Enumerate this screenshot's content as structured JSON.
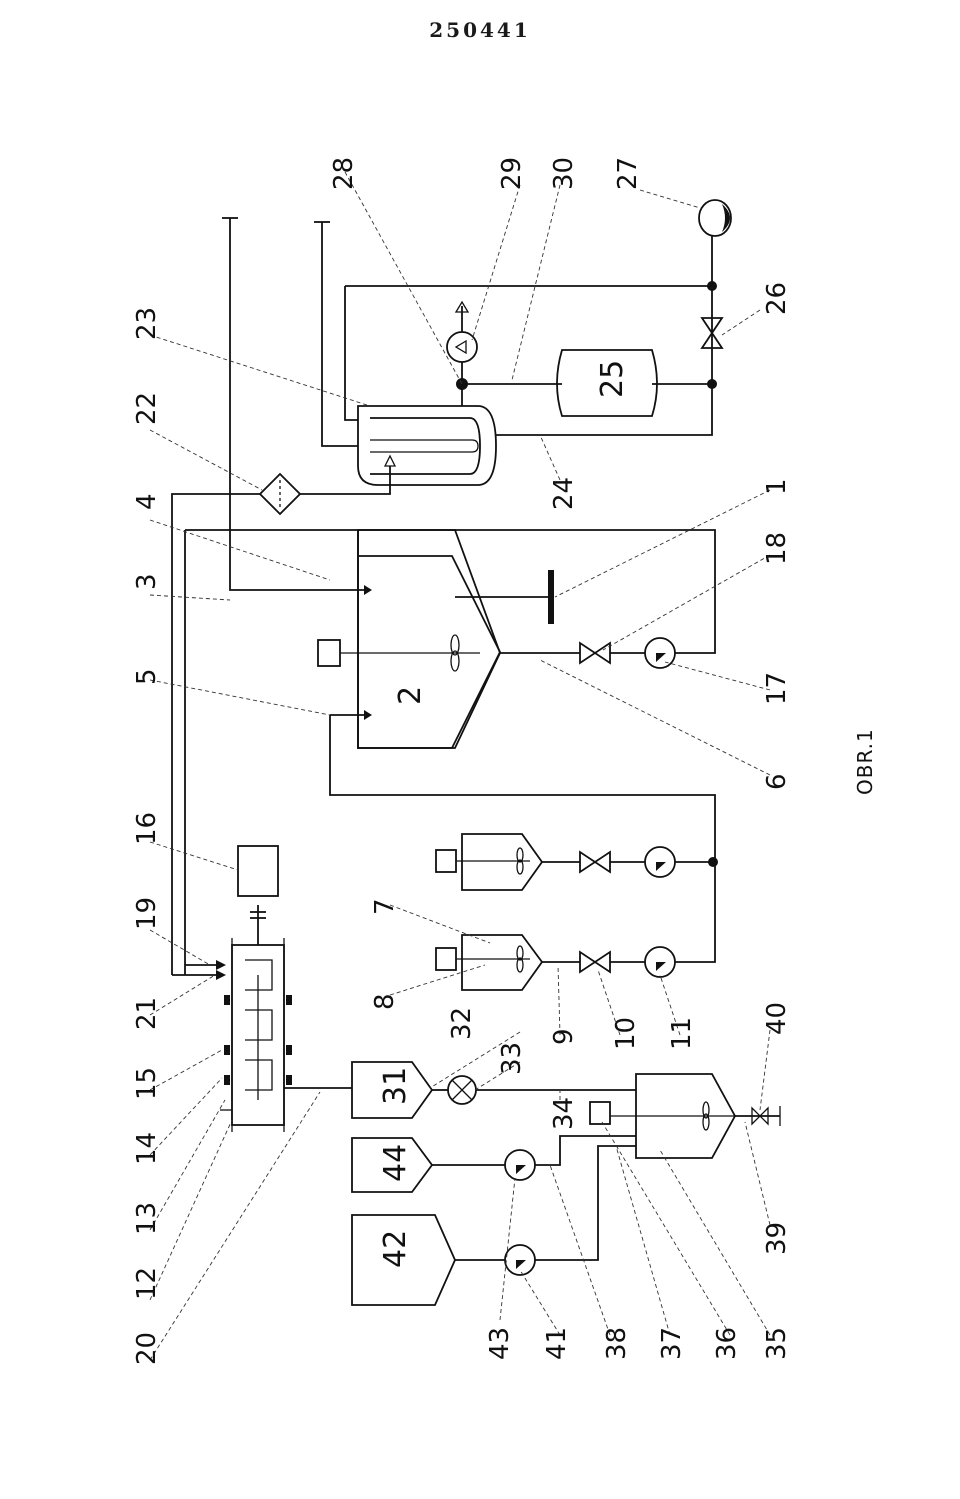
{
  "document_number": "250441",
  "figure_label": "OBR.1",
  "components": [
    {
      "id": "c1",
      "label": "1"
    },
    {
      "id": "c2",
      "label": "2"
    },
    {
      "id": "c3",
      "label": "3"
    },
    {
      "id": "c4",
      "label": "4"
    },
    {
      "id": "c5",
      "label": "5"
    },
    {
      "id": "c6",
      "label": "6"
    },
    {
      "id": "c7",
      "label": "7"
    },
    {
      "id": "c8",
      "label": "8"
    },
    {
      "id": "c9",
      "label": "9"
    },
    {
      "id": "c10",
      "label": "10"
    },
    {
      "id": "c11",
      "label": "11"
    },
    {
      "id": "c12",
      "label": "12"
    },
    {
      "id": "c13",
      "label": "13"
    },
    {
      "id": "c14",
      "label": "14"
    },
    {
      "id": "c15",
      "label": "15"
    },
    {
      "id": "c16",
      "label": "16"
    },
    {
      "id": "c17",
      "label": "17"
    },
    {
      "id": "c18",
      "label": "18"
    },
    {
      "id": "c19",
      "label": "19"
    },
    {
      "id": "c20",
      "label": "20"
    },
    {
      "id": "c21",
      "label": "21"
    },
    {
      "id": "c22",
      "label": "22"
    },
    {
      "id": "c23",
      "label": "23"
    },
    {
      "id": "c24",
      "label": "24"
    },
    {
      "id": "c25",
      "label": "25"
    },
    {
      "id": "c26",
      "label": "26"
    },
    {
      "id": "c27",
      "label": "27"
    },
    {
      "id": "c28",
      "label": "28"
    },
    {
      "id": "c29",
      "label": "29"
    },
    {
      "id": "c30",
      "label": "30"
    },
    {
      "id": "c31",
      "label": "31"
    },
    {
      "id": "c32",
      "label": "32"
    },
    {
      "id": "c33",
      "label": "33"
    },
    {
      "id": "c34",
      "label": "34"
    },
    {
      "id": "c35",
      "label": "35"
    },
    {
      "id": "c36",
      "label": "36"
    },
    {
      "id": "c37",
      "label": "37"
    },
    {
      "id": "c38",
      "label": "38"
    },
    {
      "id": "c39",
      "label": "39"
    },
    {
      "id": "c40",
      "label": "40"
    },
    {
      "id": "c41",
      "label": "41"
    },
    {
      "id": "c42",
      "label": "42"
    },
    {
      "id": "c43",
      "label": "43"
    },
    {
      "id": "c44",
      "label": "44"
    }
  ],
  "vessel_labels": {
    "tank_2": "2",
    "tank_25": "25",
    "hopper_31": "31",
    "hopper_42": "42",
    "hopper_44": "44"
  }
}
